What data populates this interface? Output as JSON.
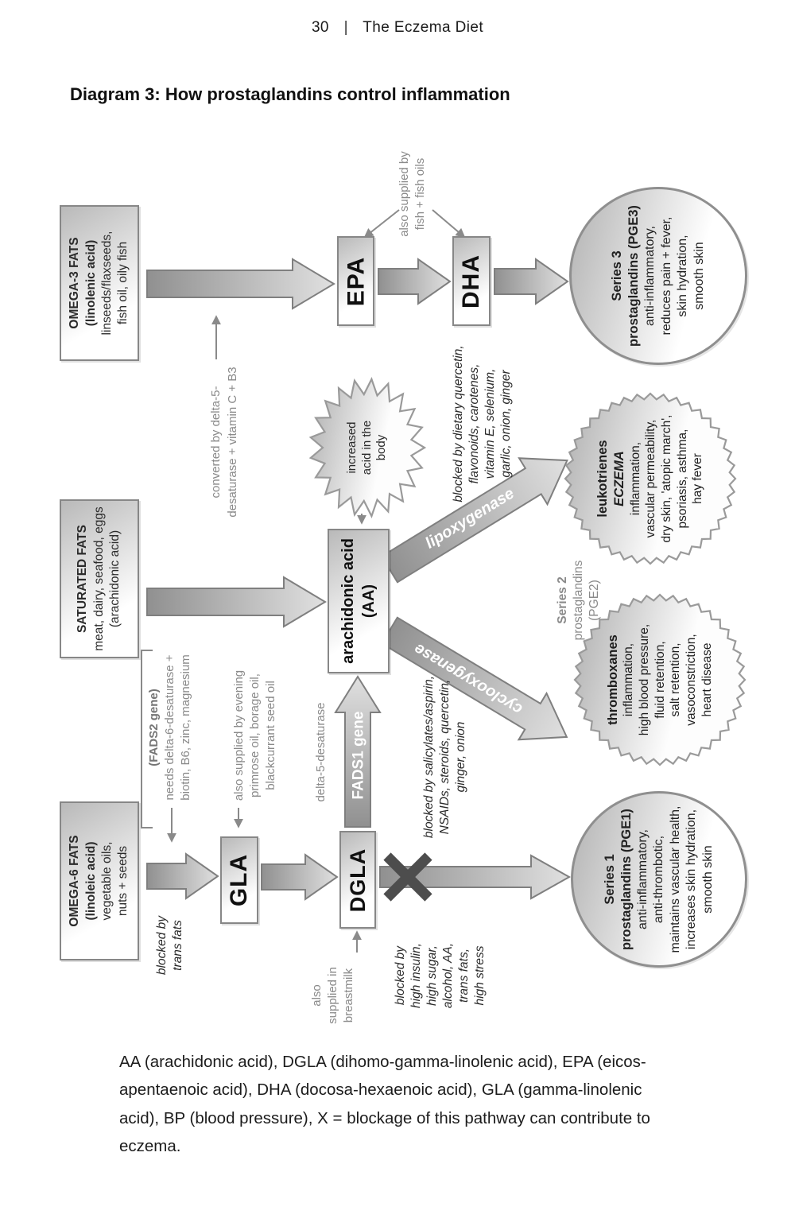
{
  "page": {
    "number": "30",
    "separator": "|",
    "book_title": "The Eczema Diet",
    "title": "Diagram 3: How prostaglandins control inflammation",
    "footer": "AA (arachidonic acid), DGLA (dihomo-gamma-linolenic acid), EPA (eicos-\napentaenoic acid), DHA (docosa-hexaenoic acid), GLA (gamma-linolenic\nacid), BP (blood pressure), X = blockage of this pathway can contribute to\neczema."
  },
  "boxes": {
    "omega3": {
      "name": "OMEGA-3 FATS",
      "acid": "(linolenic acid)",
      "sources": "linseeds/flaxseeds,\nfish oil, oily fish"
    },
    "saturated": {
      "name": "SATURATED FATS",
      "sources": "meat, dairy, seafood, eggs",
      "acid": "(arachidonic acid)"
    },
    "omega6": {
      "name": "OMEGA-6 FATS",
      "acid": "(linoleic acid)",
      "sources": "vegetable oils,\nnuts + seeds"
    },
    "epa": "EPA",
    "dha": "DHA",
    "gla": "GLA",
    "dgla": "DGLA",
    "arachidonic": {
      "name": "arachidonic acid",
      "abbr": "(AA)"
    }
  },
  "circles": {
    "series3": {
      "heading": "Series 3\nprostaglandins (PGE3)",
      "effects": "anti-inflammatory,\nreduces pain + fever,\nskin hydration,\nsmooth skin"
    },
    "leukotrienes": {
      "name": "leukotrienes",
      "tag": "ECZEMA",
      "effects": "inflammation,\nvascular permeability,\ndry skin, 'atopic march',\npsoriasis, asthma,\nhay fever"
    },
    "thromboxanes": {
      "name": "thromboxanes",
      "effects": "inflammation,\nhigh blood pressure,\nfluid retention,\nsalt retention,\nvasoconstriction,\nheart disease"
    },
    "series1": {
      "heading": "Series 1\nprostaglandins (PGE1)",
      "effects": "anti-inflammatory,\nanti-thrombotic,\nmaintains vascular health,\nincreases skin hydration,\nsmooth skin"
    }
  },
  "enzymes": {
    "lipoxygenase": "lipoxygenase",
    "cyclooxygenase": "cyclooxygenase",
    "fads1": "FADS1 gene",
    "delta5": "delta-5-desaturase"
  },
  "annotations": {
    "fish_oils": "also supplied by\nfish + fish oils",
    "converted_by": "converted by delta-5-\ndesaturase + vitamin C + B3",
    "increased_acid": "increased\nacid in the\nbody",
    "blocked_dietary": "blocked by dietary quercetin,\nflavonoids, carotenes,\nvitamin E, selenium,\ngarlic, onion, ginger",
    "series2": {
      "name": "Series 2",
      "rest": "prostaglandins\n(PGE2)"
    },
    "blocked_salicylates": "blocked by salicylates/aspirin,\nNSAIDs, steroids, quercetin,\nginger, onion",
    "fads2": {
      "name": "(FADS2 gene)",
      "rest": "needs delta-6-desaturase +\nbiotin, B6, zinc, magnesium"
    },
    "evening_oils": "also supplied by evening\nprimrose oil, borage oil,\nblackcurrant seed oil",
    "blocked_trans": "blocked by\ntrans fats",
    "breastmilk": "also\nsupplied in\nbreastmilk",
    "blocked_insulin": "blocked by\nhigh insulin,\nhigh sugar,\nalcohol, AA,\ntrans fats,\nhigh stress"
  },
  "colors": {
    "border_gray": "#878787",
    "text_dark": "#2b2b2b",
    "text_gray": "#8a8a8a",
    "arrow_dark": "#909090",
    "arrow_light": "#e0e0e0",
    "x_mark": "#4d4d4d",
    "enzyme_label": "#ffffff"
  }
}
